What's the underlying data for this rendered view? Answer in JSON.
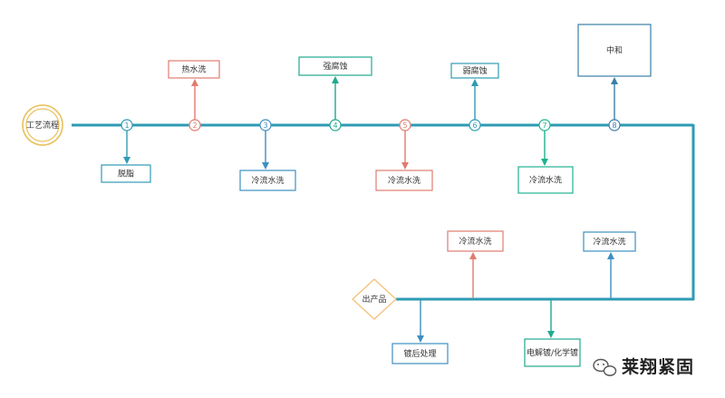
{
  "start": {
    "label": "工艺流程"
  },
  "end": {
    "label": "出产品"
  },
  "steps": [
    {
      "num": "1",
      "label": "脱脂",
      "color": "#2e9bb3"
    },
    {
      "num": "2",
      "label": "热水洗",
      "color": "#e07b70"
    },
    {
      "num": "3",
      "label": "冷流水洗",
      "color": "#3d8fc2"
    },
    {
      "num": "4",
      "label": "强腐蚀",
      "color": "#20a98e"
    },
    {
      "num": "5",
      "label": "冷流水洗",
      "color": "#e07b70"
    },
    {
      "num": "6",
      "label": "弱腐蚀",
      "color": "#2e9bb3"
    },
    {
      "num": "7",
      "label": "冷流水洗",
      "color": "#20b291"
    },
    {
      "num": "8",
      "label": "中和",
      "color": "#3a7fa8"
    }
  ],
  "lower_branches": [
    {
      "label": "镀后处理",
      "color": "#3d8fc2"
    },
    {
      "label": "冷流水洗",
      "color": "#e07b70"
    },
    {
      "label": "电解镀/化学镀",
      "color": "#20a98e"
    },
    {
      "label": "冷流水洗",
      "color": "#3d8fc2"
    }
  ],
  "colors": {
    "main_line": "#2e9bb3",
    "start_ring": "#e9c15a",
    "end_diamond": "#f2c27a"
  },
  "watermark": {
    "icon": "wechat-icon",
    "text": "莱翔紧固"
  }
}
